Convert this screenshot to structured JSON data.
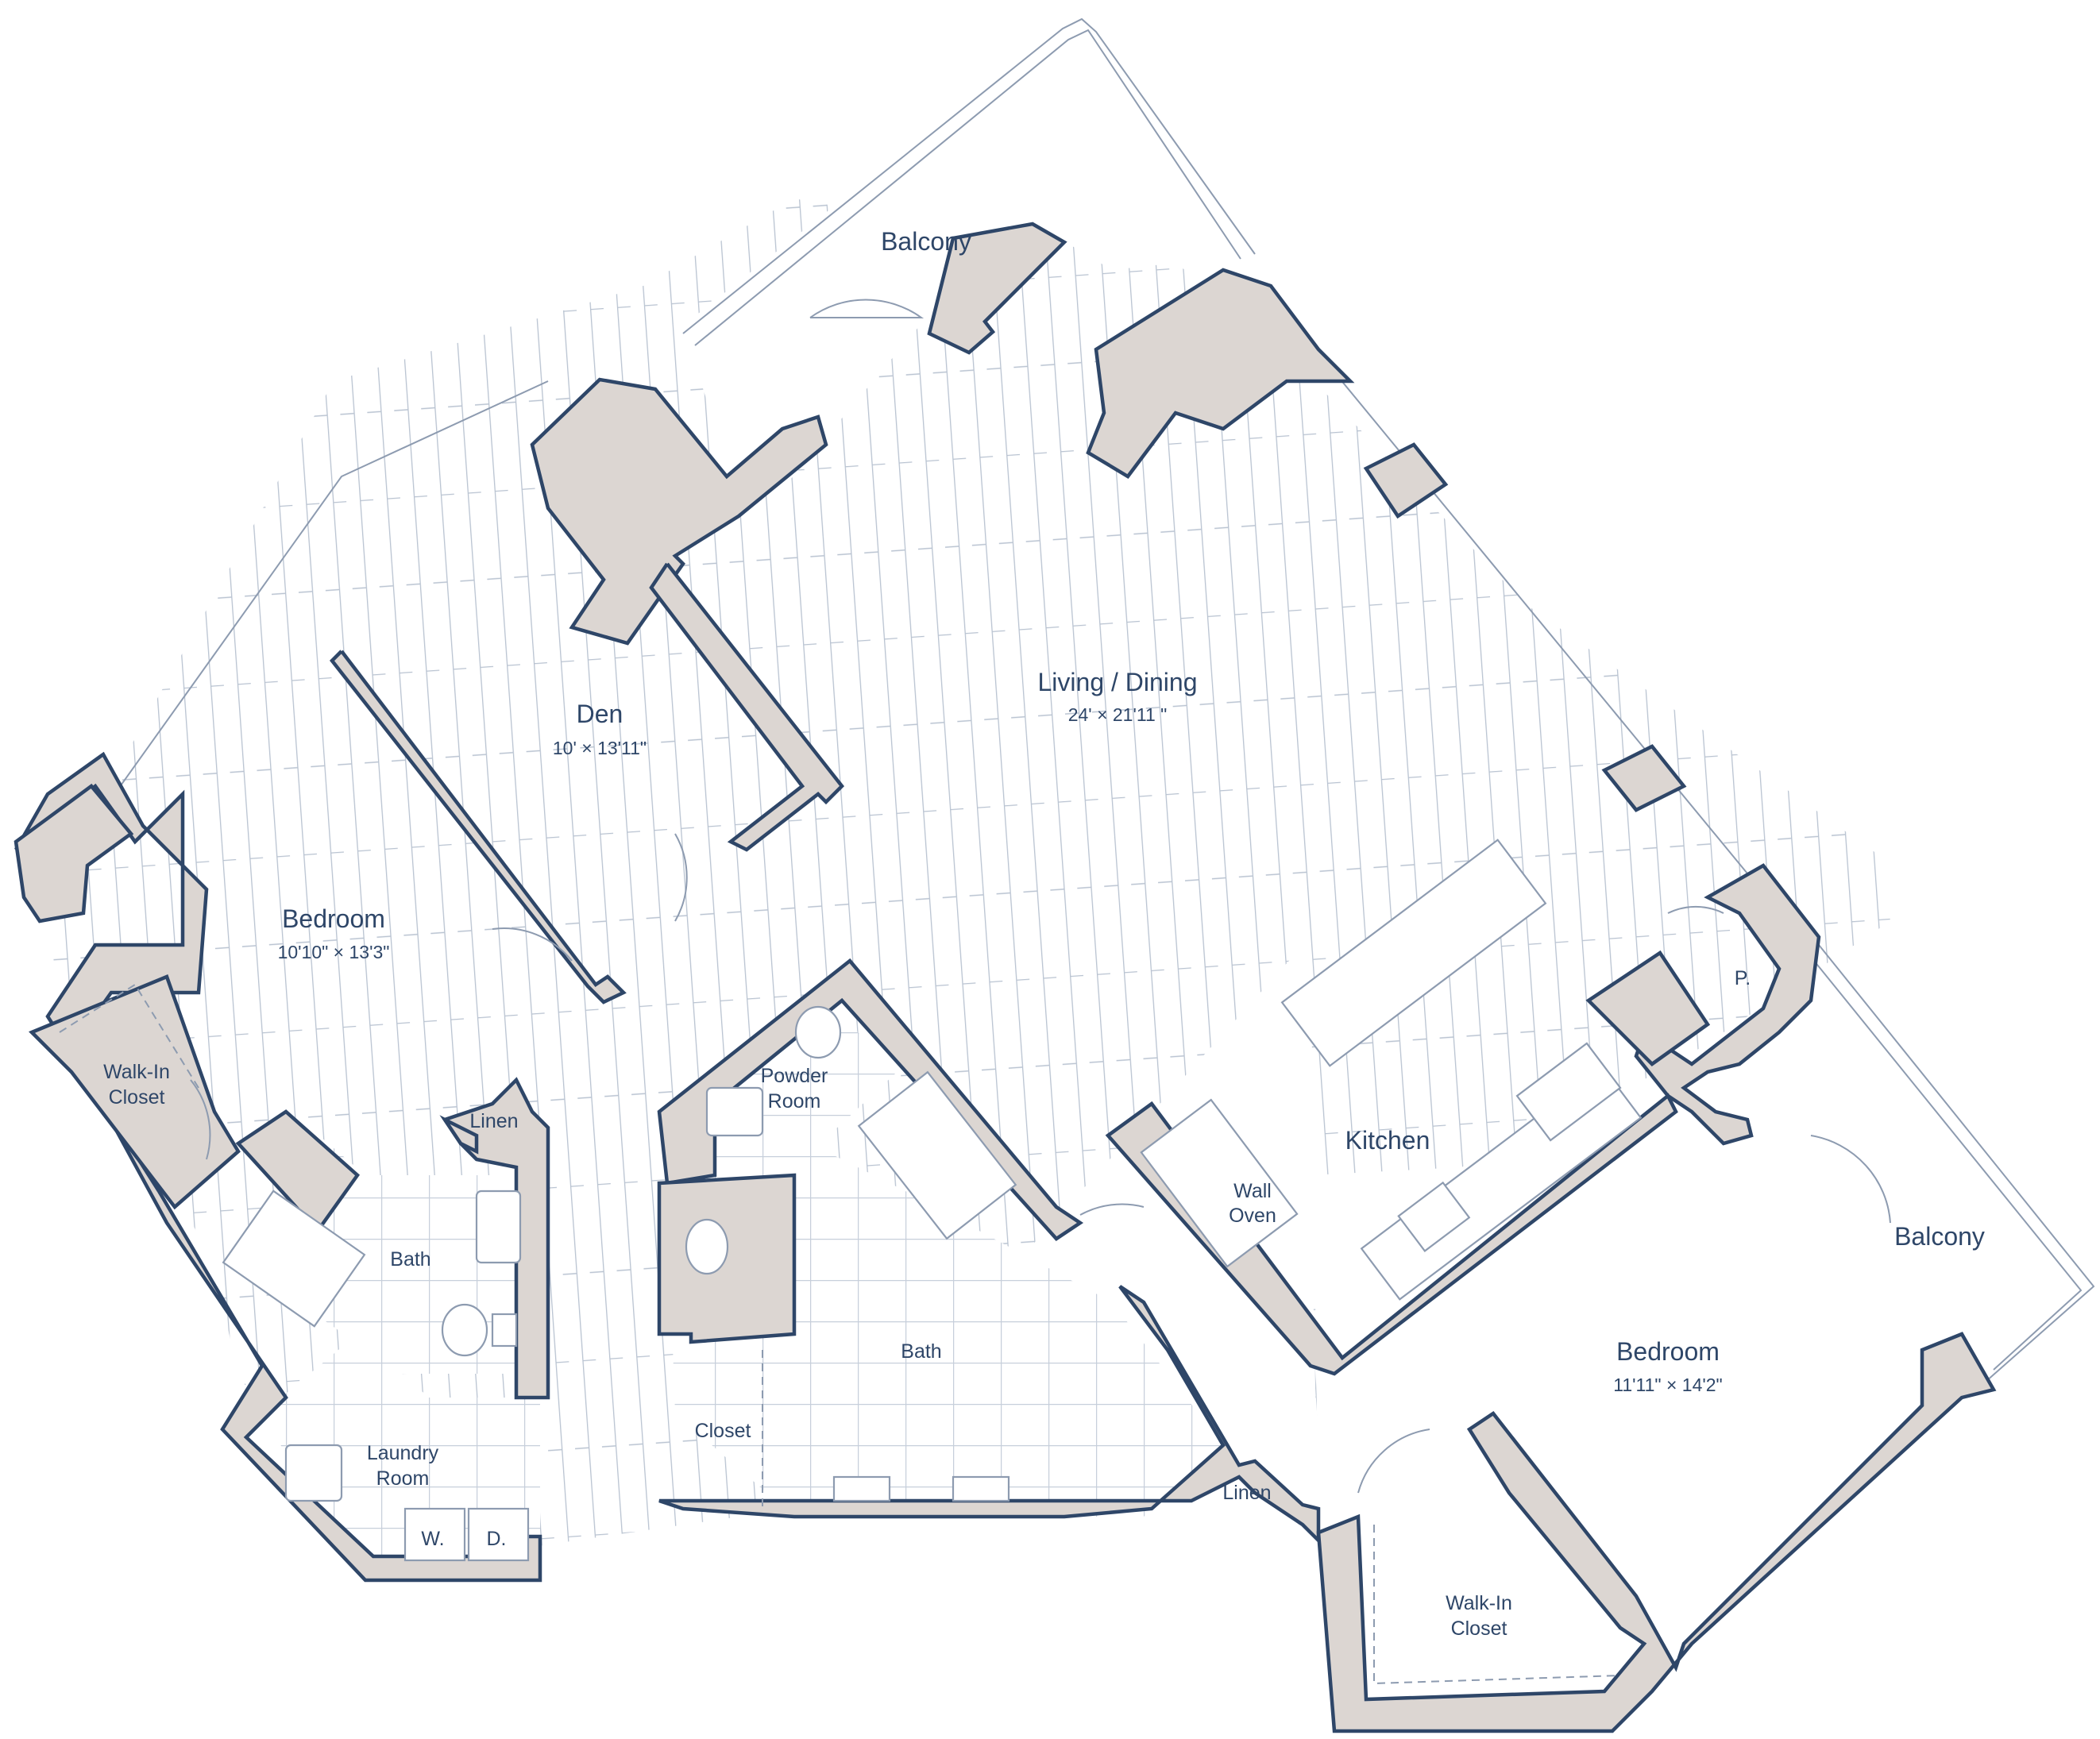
{
  "title": "",
  "colors": {
    "wall_outline": "#2e4668",
    "wall_fill": "#dcd6d2",
    "label_text": "#2e4668",
    "floor_lines": "#b9c3d1",
    "background": "#ffffff"
  },
  "rooms": {
    "balcony_top": {
      "name": "Balcony"
    },
    "den": {
      "name": "Den",
      "dims": "10' × 13'11\""
    },
    "living_dining": {
      "name": "Living / Dining",
      "dims": "24' × 21'11 \""
    },
    "bedroom_left": {
      "name": "Bedroom",
      "dims": "10'10\" × 13'3\""
    },
    "walk_in_left": {
      "line1": "Walk-In",
      "line2": "Closet"
    },
    "linen_left": {
      "name": "Linen"
    },
    "bath_left": {
      "name": "Bath"
    },
    "laundry": {
      "line1": "Laundry",
      "line2": "Room"
    },
    "washer": {
      "name": "W."
    },
    "dryer": {
      "name": "D."
    },
    "powder": {
      "line1": "Powder",
      "line2": "Room"
    },
    "closet_center": {
      "name": "Closet"
    },
    "bath_center": {
      "name": "Bath"
    },
    "linen_right": {
      "name": "Linen"
    },
    "kitchen": {
      "name": "Kitchen"
    },
    "wall_oven": {
      "line1": "Wall",
      "line2": "Oven"
    },
    "pantry": {
      "name": "P."
    },
    "balcony_right": {
      "name": "Balcony"
    },
    "bedroom_right": {
      "name": "Bedroom",
      "dims": "11'11\" × 14'2\""
    },
    "walk_in_right": {
      "line1": "Walk-In",
      "line2": "Closet"
    }
  }
}
